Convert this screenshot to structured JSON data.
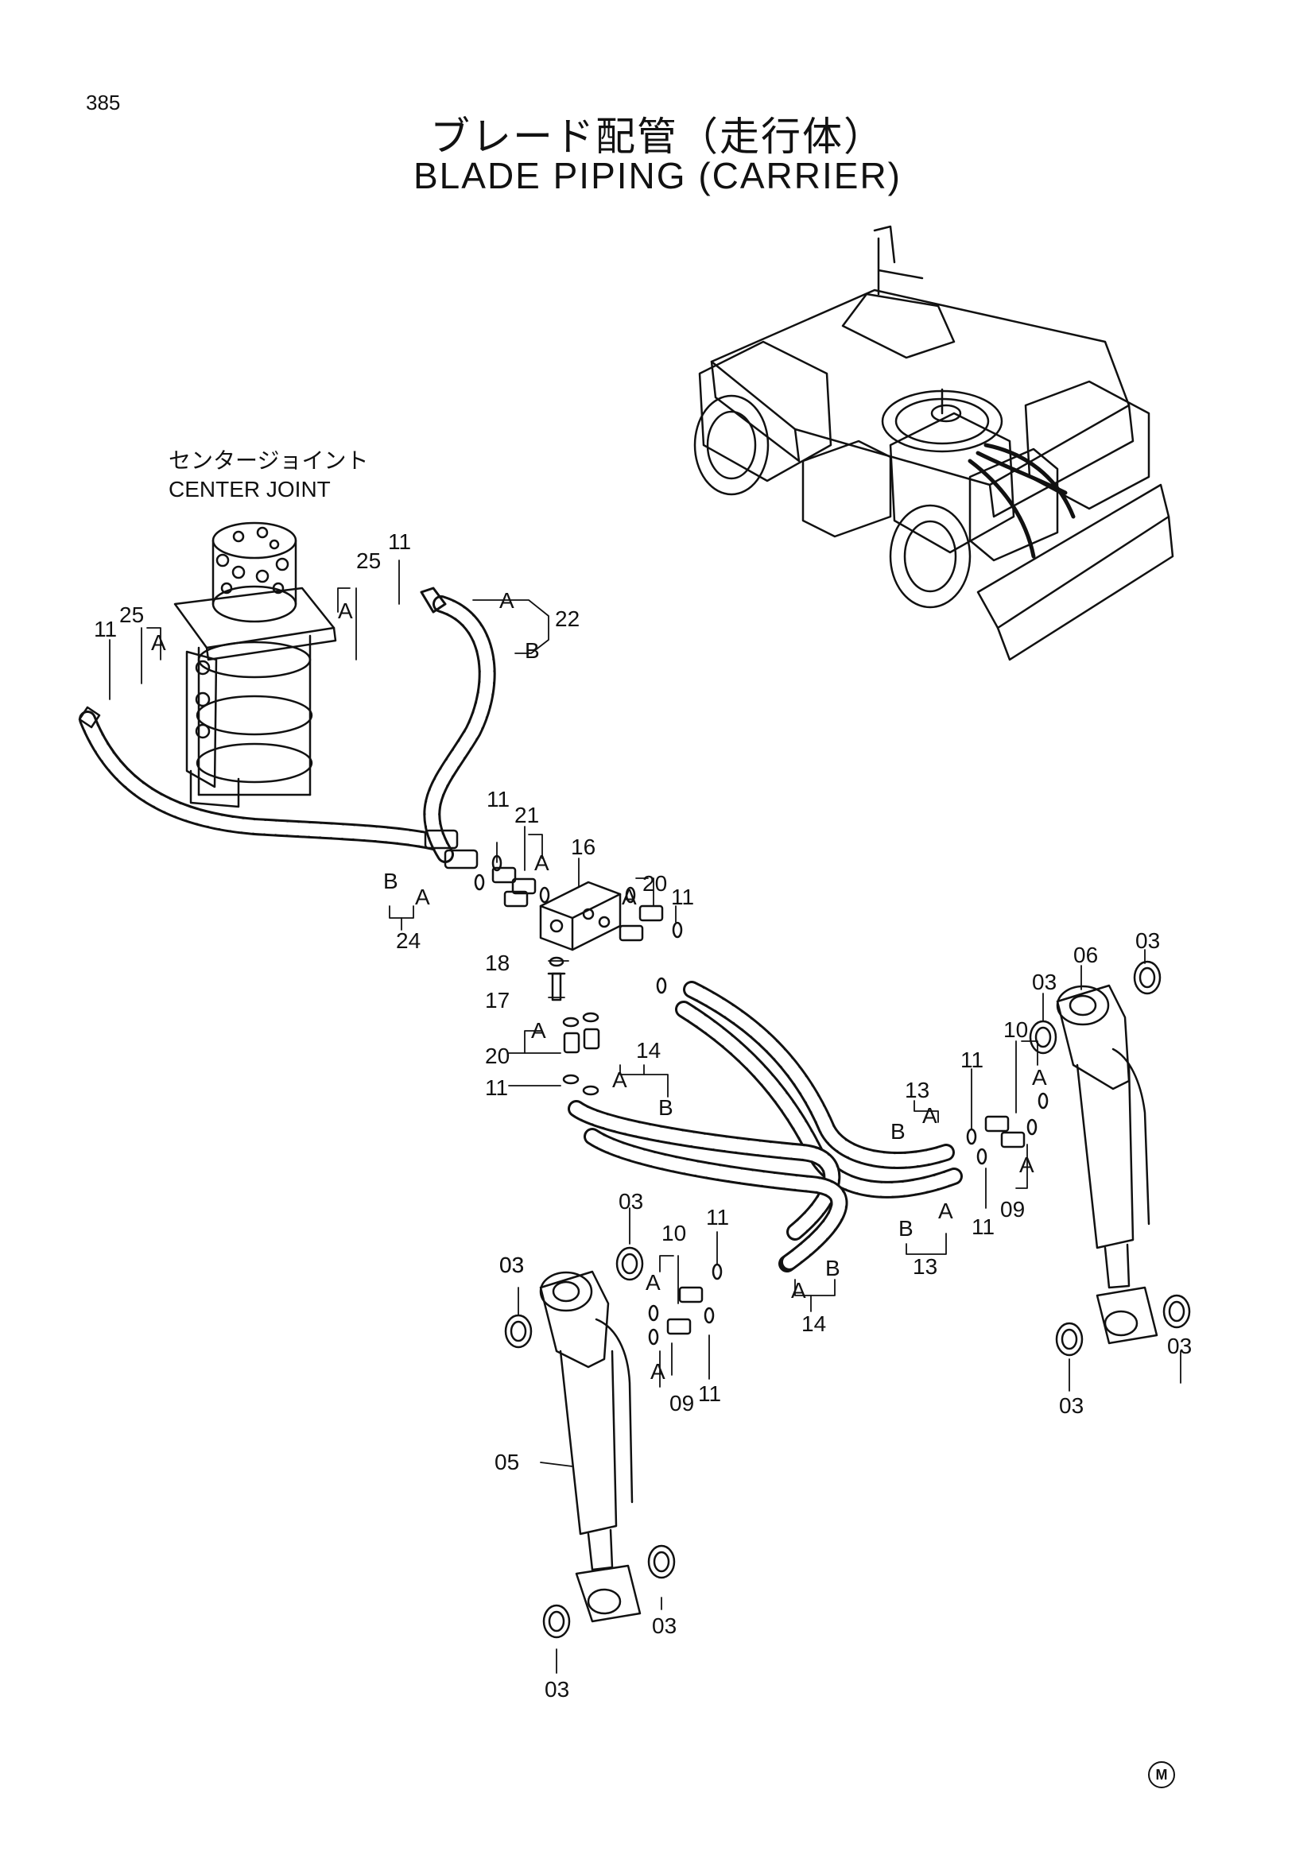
{
  "page_number": "385",
  "title_jp": "ブレード配管（走行体）",
  "title_en": "BLADE PIPING (CARRIER)",
  "center_joint_jp": "センタージョイント",
  "center_joint_en": "CENTER JOINT",
  "manufacturer_mark": "M",
  "callouts": [
    {
      "text": "11"
    },
    {
      "text": "25"
    },
    {
      "text": "A"
    },
    {
      "text": "25"
    },
    {
      "text": "A"
    },
    {
      "text": "11"
    },
    {
      "text": "A"
    },
    {
      "text": "22"
    },
    {
      "text": "B"
    },
    {
      "text": "11"
    },
    {
      "text": "21"
    },
    {
      "text": "A"
    },
    {
      "text": "16"
    },
    {
      "text": "B"
    },
    {
      "text": "A"
    },
    {
      "text": "24"
    },
    {
      "text": "20"
    },
    {
      "text": "A"
    },
    {
      "text": "11"
    },
    {
      "text": "18"
    },
    {
      "text": "17"
    },
    {
      "text": "A"
    },
    {
      "text": "20"
    },
    {
      "text": "11"
    },
    {
      "text": "14"
    },
    {
      "text": "A"
    },
    {
      "text": "B"
    },
    {
      "text": "03"
    },
    {
      "text": "06"
    },
    {
      "text": "03"
    },
    {
      "text": "10"
    },
    {
      "text": "A"
    },
    {
      "text": "11"
    },
    {
      "text": "13"
    },
    {
      "text": "B"
    },
    {
      "text": "A"
    },
    {
      "text": "A"
    },
    {
      "text": "09"
    },
    {
      "text": "11"
    },
    {
      "text": "B"
    },
    {
      "text": "A"
    },
    {
      "text": "13"
    },
    {
      "text": "03"
    },
    {
      "text": "03"
    },
    {
      "text": "03"
    },
    {
      "text": "03"
    },
    {
      "text": "10"
    },
    {
      "text": "11"
    },
    {
      "text": "03"
    },
    {
      "text": "A"
    },
    {
      "text": "A"
    },
    {
      "text": "B"
    },
    {
      "text": "14"
    },
    {
      "text": "A"
    },
    {
      "text": "09"
    },
    {
      "text": "11"
    },
    {
      "text": "05"
    },
    {
      "text": "03"
    },
    {
      "text": "03"
    }
  ]
}
